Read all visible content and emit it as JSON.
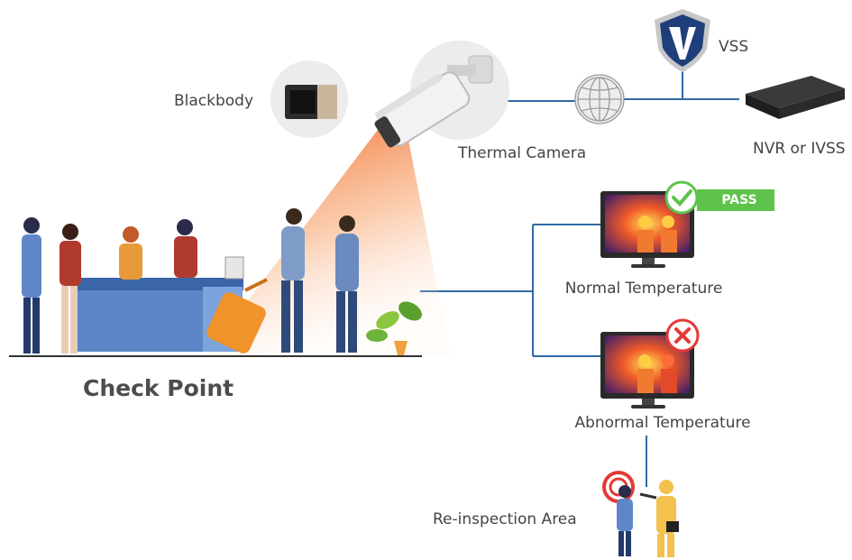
{
  "labels": {
    "blackbody": "Blackbody",
    "vss": "VSS",
    "thermal_camera": "Thermal Camera",
    "nvr": "NVR or IVSS",
    "check_point": "Check Point",
    "normal_temperature": "Normal Temperature",
    "abnormal_temperature": "Abnormal Temperature",
    "reinspection_area": "Re-inspection Area",
    "pass_badge": "PASS"
  },
  "colors": {
    "line": "#2e6aa6",
    "pass": "#5dc34a",
    "fail": "#e53935",
    "beam": "#f26522",
    "shield": "#1f3f7a",
    "text": "#444444"
  },
  "icons": [
    "blackbody-icon",
    "thermal-camera-icon",
    "globe-icon",
    "vss-shield-icon",
    "nvr-icon",
    "monitor-icon",
    "check-icon",
    "cross-icon",
    "people-icon",
    "plant-icon",
    "luggage-icon"
  ]
}
